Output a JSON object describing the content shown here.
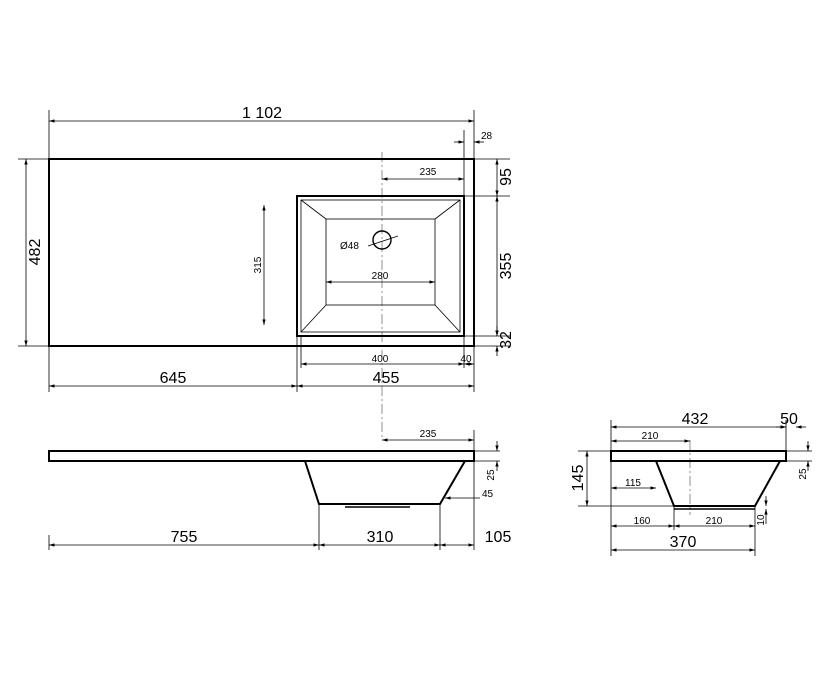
{
  "top_view": {
    "overall_width": "1 102",
    "offset_right": "28",
    "depth": "482",
    "hole_offset": "235",
    "bowl_offset_top": "95",
    "bowl_length": "355",
    "bowl_offset_bottom": "32",
    "hole_diameter": "Ø48",
    "bowl_inner_width": "280",
    "bowl_inner_depth": "315",
    "bowl_width": "400",
    "bowl_edge": "40",
    "left_width": "645",
    "right_width": "455"
  },
  "front_view": {
    "hole_offset": "235",
    "shelf_thickness": "25",
    "bowl_edge": "45",
    "left_width": "755",
    "bowl_width": "310",
    "right_width": "105"
  },
  "side_view": {
    "total_depth": "432",
    "back_offset": "50",
    "hole_offset": "210",
    "height": "145",
    "drain_height": "115",
    "shelf_thickness": "25",
    "front_offset": "160",
    "bottom_width": "210",
    "bottom_thickness": "10",
    "bowl_depth": "370"
  }
}
